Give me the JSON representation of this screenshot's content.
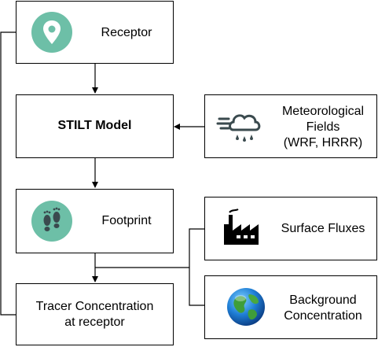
{
  "diagram": {
    "receptor": {
      "label": "Receptor",
      "icon": "location-pin-icon"
    },
    "stilt_model": {
      "label": "STILT Model"
    },
    "met_fields": {
      "line1": "Meteorological",
      "line2": "Fields",
      "line3": "(WRF, HRRR)",
      "icon": "rain-cloud-icon"
    },
    "footprint": {
      "label": "Footprint",
      "icon": "footprints-icon"
    },
    "surface_fluxes": {
      "label": "Surface Fluxes",
      "icon": "factory-icon"
    },
    "background": {
      "line1": "Background",
      "line2": "Concentration",
      "icon": "globe-icon"
    },
    "tracer": {
      "line1": "Tracer Concentration",
      "line2": "at receptor"
    },
    "colors": {
      "icon_circle": "#6dbfa7",
      "icon_dark": "#3a4a4e",
      "stroke": "#000000"
    }
  }
}
